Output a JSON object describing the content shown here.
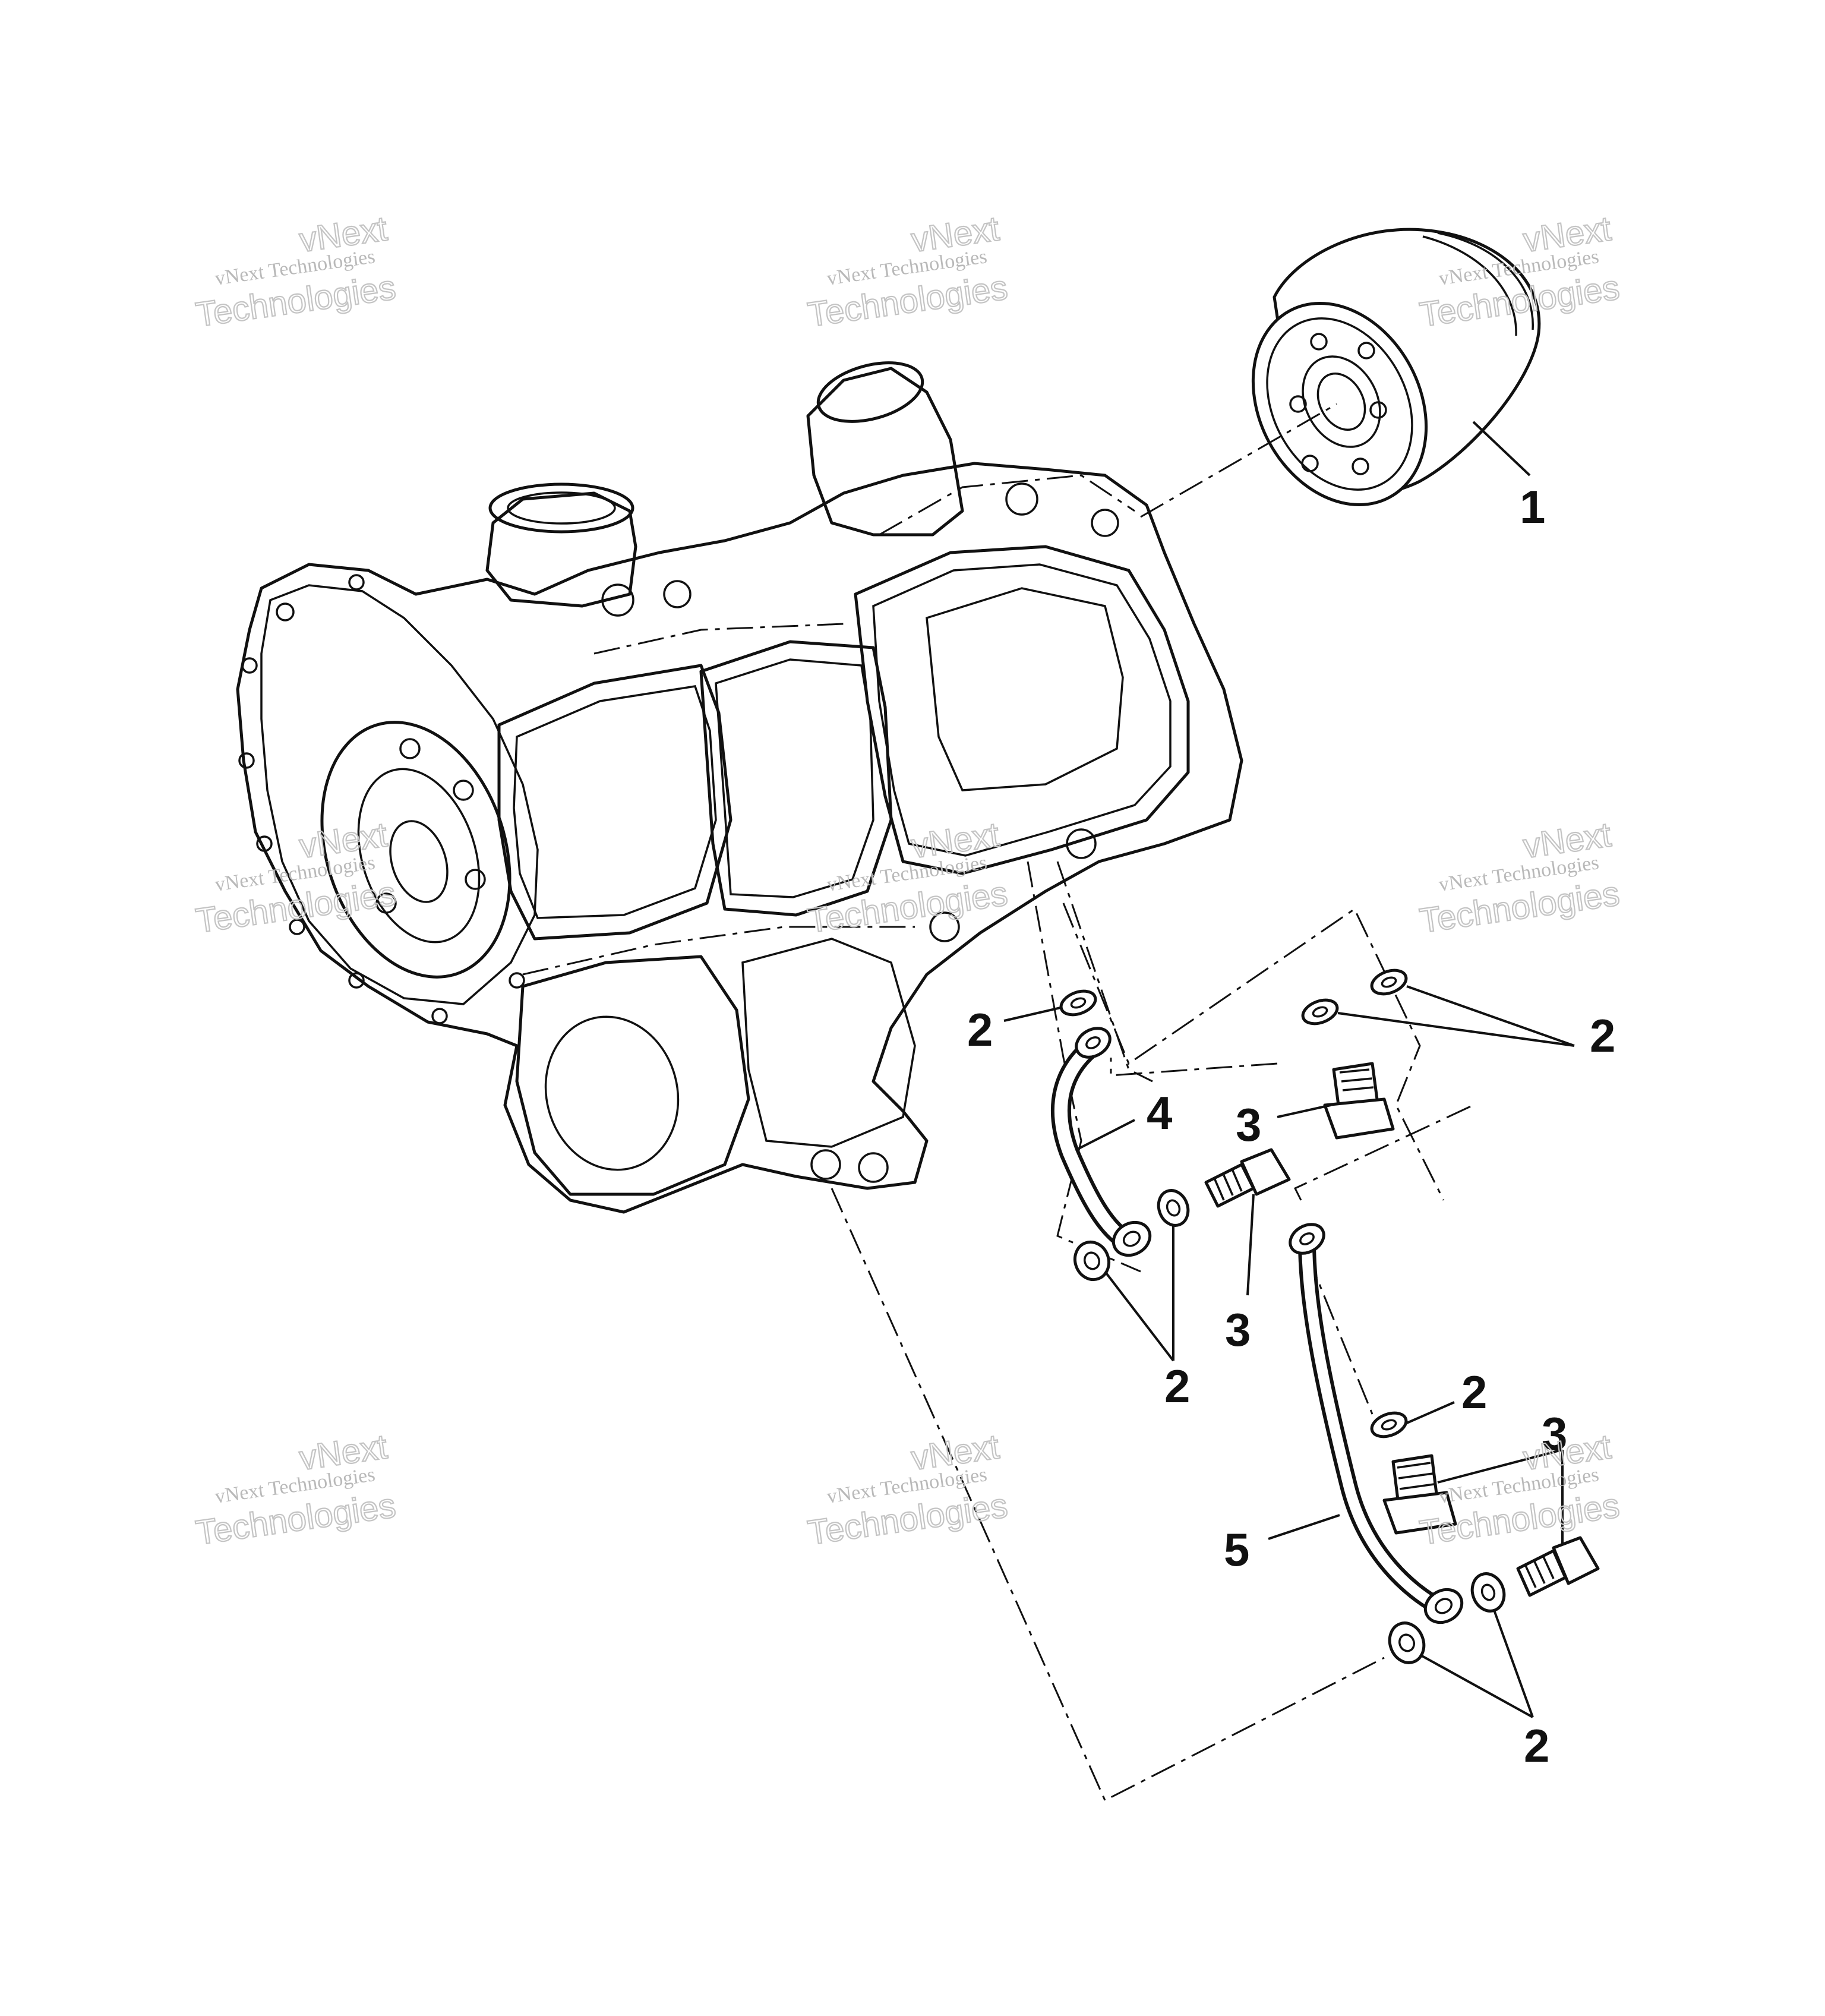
{
  "watermark": {
    "line_small": "vNext Technologies",
    "line_top": "vNext",
    "line_bottom": "Technologies"
  },
  "callouts": {
    "oil_filter": "1",
    "washers_left_top": "2",
    "washers_right_top": "2",
    "washers_mid": "2",
    "washer_lower": "2",
    "washers_bottom": "2",
    "bolt_upper": "3",
    "bolt_mid": "3",
    "bolts_lower": "3",
    "oil_pipe_upper": "4",
    "oil_pipe_lower": "5"
  }
}
